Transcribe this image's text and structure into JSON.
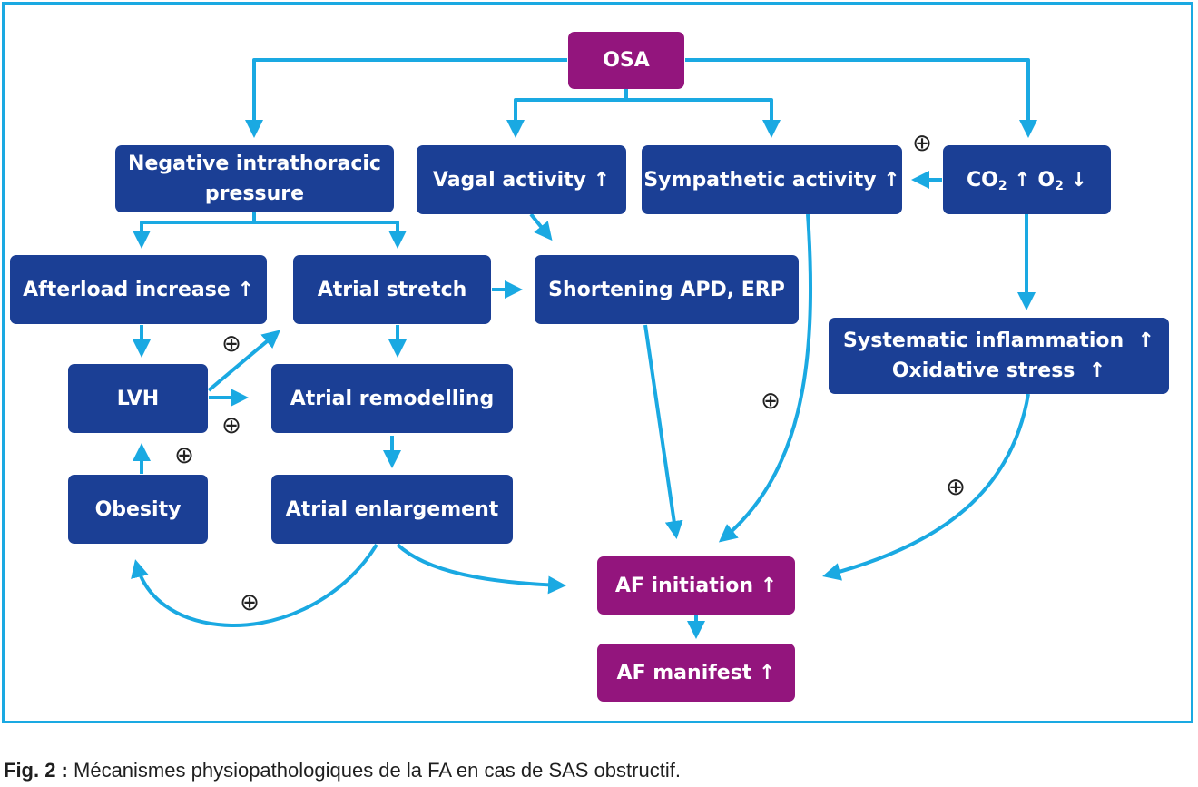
{
  "colors": {
    "border": "#1aa9e2",
    "arrow": "#1aa9e2",
    "node_blue": "#1b3f95",
    "node_purple": "#93157d"
  },
  "nodes": {
    "osa": "OSA",
    "negative_pressure_line1": "Negative intrathoracic",
    "negative_pressure_line2": "pressure",
    "vagal": "Vagal activity ↑",
    "sympathetic": "Sympathetic activity ↑",
    "co2_part1": "CO",
    "co2_sub1": "2",
    "co2_part2": " ↑ O",
    "co2_sub2": "2",
    "co2_part3": " ↓",
    "afterload": "Afterload increase ↑",
    "atrial_stretch": "Atrial stretch",
    "shortening": "Shortening APD, ERP",
    "inflammation_line1": "Systematic inflammation  ↑",
    "inflammation_line2": "Oxidative stress  ↑",
    "lvh": "LVH",
    "atrial_remodelling": "Atrial remodelling",
    "obesity": "Obesity",
    "atrial_enlargement": "Atrial enlargement",
    "af_initiation": "AF initiation ↑",
    "af_manifest": "AF manifest ↑"
  },
  "plus_symbol": "⊕",
  "caption": {
    "label": "Fig. 2 :",
    "text": " Mécanismes physiopathologiques de la FA en cas de SAS obstructif."
  }
}
